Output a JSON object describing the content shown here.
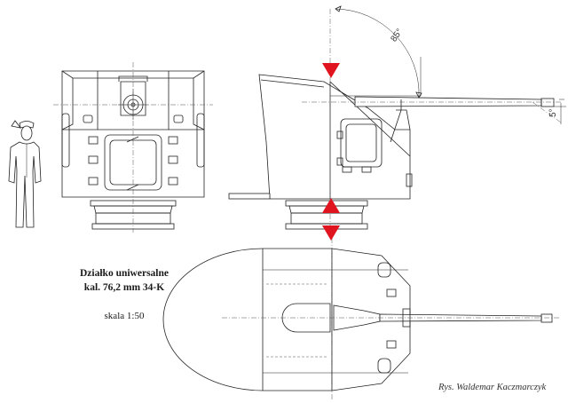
{
  "caption": {
    "title_line1": "Działko uniwersalne",
    "title_line2": "kal. 76,2 mm 34-K",
    "scale": "skala 1:50"
  },
  "credit": "Rys. Waldemar Kaczmarczyk",
  "annotations": {
    "elevation_angle": "85°",
    "depression_angle": "5°"
  },
  "colors": {
    "line": "#222222",
    "marker": "#e0141e",
    "background": "#ffffff"
  },
  "icons": [
    "person-silhouette-icon",
    "red-arrow-marker-icon"
  ]
}
